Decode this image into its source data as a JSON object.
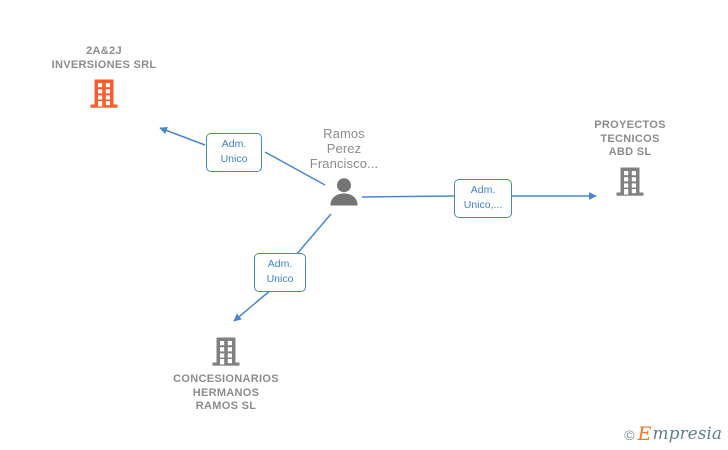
{
  "diagram": {
    "title": "Corporate relationship graph",
    "background_color": "#ffffff",
    "edge_color": "#4a86d0",
    "company_icon_color": "#808080",
    "highlight_icon_color": "#fa5d28",
    "text_color": "#8c8c8c",
    "nodes": [
      {
        "id": "node-2a2j",
        "name": "2A&2J\nINVERSIONES SRL",
        "type": "company",
        "icon": "building-icon",
        "highlighted": true
      },
      {
        "id": "node-person",
        "name": "Ramos\nPerez\nFrancisco...",
        "type": "person",
        "icon": "person-icon",
        "highlighted": false
      },
      {
        "id": "node-proyectos",
        "name": "PROYECTOS\nTECNICOS\nABD  SL",
        "type": "company",
        "icon": "building-icon",
        "highlighted": false
      },
      {
        "id": "node-concesionarios",
        "name": "CONCESIONARIOS\nHERMANOS\nRAMOS  SL",
        "type": "company",
        "icon": "building-icon",
        "highlighted": false
      }
    ],
    "edges": [
      {
        "id": "edge-to-2a2j",
        "from": "node-person",
        "to": "node-2a2j",
        "label": "Adm.\nUnico"
      },
      {
        "id": "edge-to-proyectos",
        "from": "node-person",
        "to": "node-proyectos",
        "label": "Adm.\nUnico,..."
      },
      {
        "id": "edge-to-concesionarios",
        "from": "node-person",
        "to": "node-concesionarios",
        "label": "Adm.\nUnico"
      }
    ]
  },
  "watermark": {
    "copyright": "©",
    "brand_initial": "E",
    "brand_rest": "mpresia"
  }
}
